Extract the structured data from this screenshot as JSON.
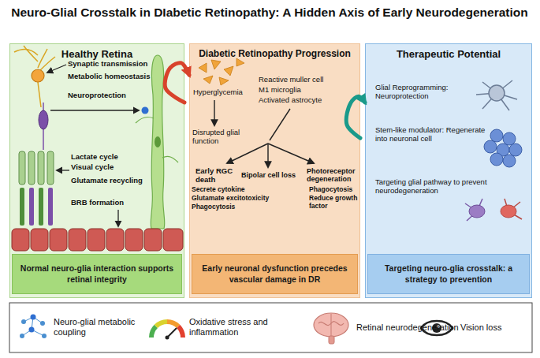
{
  "diagram": {
    "title": "Neuro-Glial Crosstalk in DIabetic Retinopathy: A Hidden Axis of Early Neurodegeneration",
    "nodes": [
      {
        "text": [
          "Healthy Retina"
        ]
      },
      {
        "text": [
          "Normal neuro-glia interaction supports retinal integrity"
        ],
        "in": 0
      },
      {
        "text": [
          "Diabetic Retinopathy Progression"
        ]
      },
      {
        "text": [
          "Early neuronal dysfunction precedes vascular damage in DR"
        ],
        "in": 2
      },
      {
        "text": [
          "Therapeutic Potential"
        ]
      },
      {
        "text": [
          "Targeting neuro-glia crosstalk: a strategy to prevention"
        ],
        "in": 4
      }
    ],
    "edges": [
      {
        "from": 0,
        "to": 2,
        "arrow": "to"
      },
      {
        "from": 2,
        "to": 4,
        "arrow": "to"
      }
    ],
    "labels": [
      "Synaptic transmission",
      "Metabolic homeostasis",
      "Neuroprotection",
      "Lactate cycle",
      "Visual cycle",
      "Glutamate recycling",
      "BRB formation",
      "Hyperglycemia",
      "Reactive muller cell",
      "M1 microglia",
      "Activated astrocyte",
      "Disrupted glial function",
      "Early RGC death",
      "Bipolar cell loss",
      "Photoreceptor degeneration",
      "Secrete cytokine",
      "Glutamate excitotoxicity",
      "Phagocytosis",
      "Phagocytosis",
      "Reduce growth factor",
      "Glial Reprogramming: Neuroprotection",
      "Stem-like modulator: Regenerate into neuronal cell",
      "Targeting glial pathway to prevent neurodegeneration"
    ],
    "legend": [
      {
        "text": "Neuro-glial metabolic coupling"
      },
      {
        "text": "Oxidative stress and inflammation"
      },
      {
        "text": "Retinal neurodegeneration"
      },
      {
        "text": "Vision loss"
      }
    ]
  }
}
